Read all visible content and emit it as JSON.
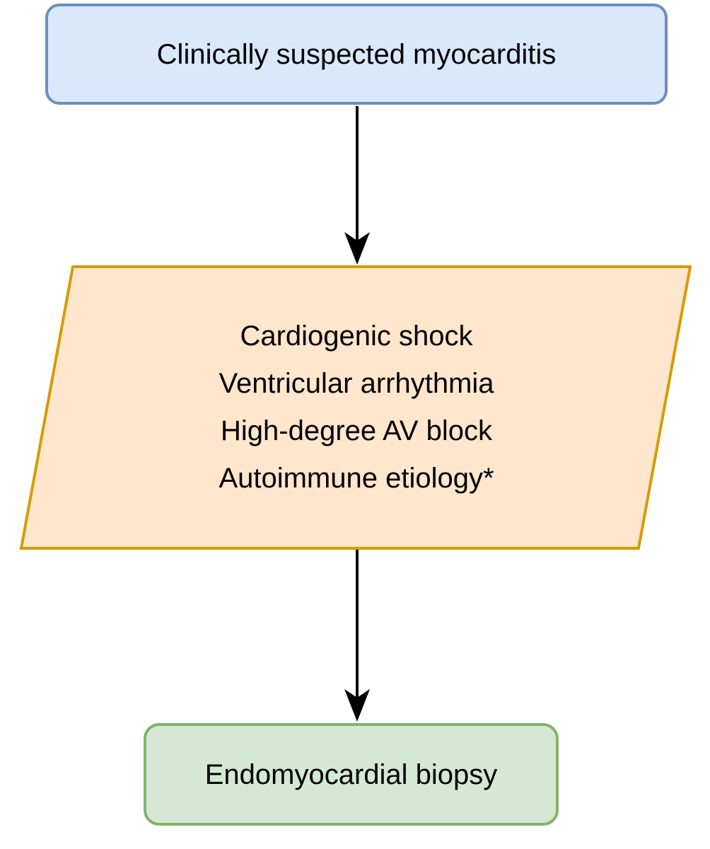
{
  "nodes": {
    "suspected": {
      "label": "Clinically suspected myocarditis"
    },
    "criteria": {
      "lines": [
        "Cardiogenic shock",
        "Ventricular arrhythmia",
        "High-degree AV block",
        "Autoimmune etiology*"
      ]
    },
    "biopsy": {
      "label": "Endomyocardial biopsy"
    }
  },
  "edges": [
    {
      "from": "suspected",
      "to": "criteria"
    },
    {
      "from": "criteria",
      "to": "biopsy"
    }
  ],
  "colors": {
    "suspected_fill": "#dae8fc",
    "suspected_stroke": "#6c8ebf",
    "criteria_fill": "#ffe6cc",
    "criteria_stroke": "#d79b00",
    "biopsy_fill": "#d5e8d4",
    "biopsy_stroke": "#82b366",
    "arrow": "#000000",
    "text": "#000000",
    "background": "#ffffff"
  }
}
